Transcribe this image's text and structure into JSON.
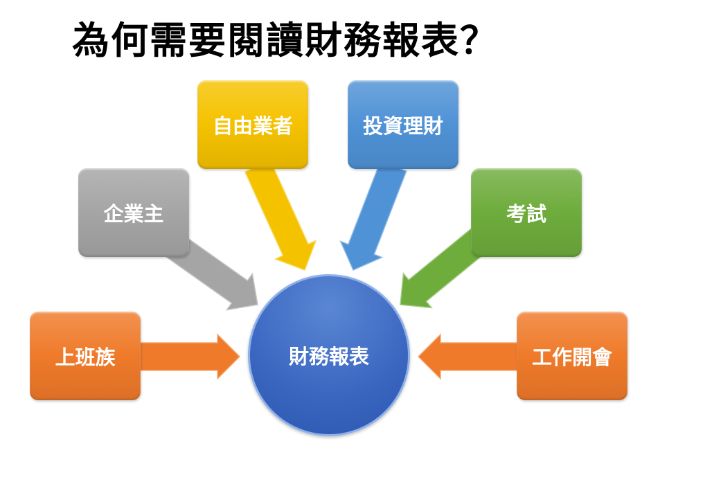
{
  "title": "為何需要閱讀財務報表？",
  "center": {
    "label": "財務報表",
    "color": "#3a66c0"
  },
  "nodes": [
    {
      "label": "上班族",
      "color": "#ef7a2a"
    },
    {
      "label": "企業主",
      "color": "#a5a5a5"
    },
    {
      "label": "自由業者",
      "color": "#f5c200"
    },
    {
      "label": "投資理財",
      "color": "#4f92d6"
    },
    {
      "label": "考試",
      "color": "#6eac3c"
    },
    {
      "label": "工作開會",
      "color": "#ef7a2a"
    }
  ]
}
